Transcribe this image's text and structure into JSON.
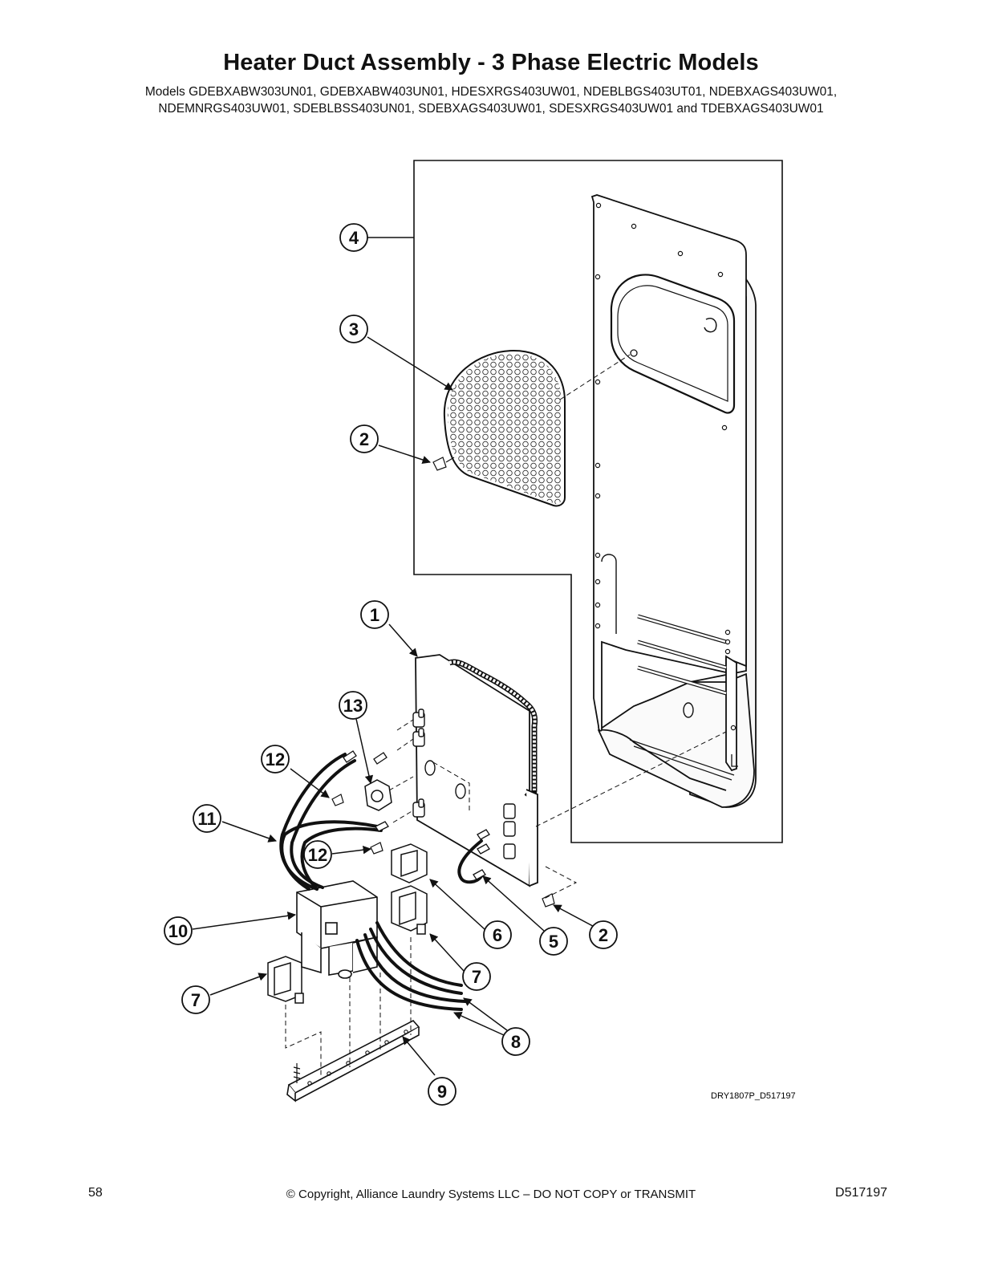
{
  "header": {
    "title": "Heater Duct Assembly - 3 Phase Electric Models",
    "models_line1": "Models GDEBXABW303UN01, GDEBXABW403UN01, HDESXRGS403UW01, NDEBLBGS403UT01, NDEBXAGS403UW01,",
    "models_line2": "NDEMNRGS403UW01, SDEBLBSS403UN01, SDEBXAGS403UW01, SDESXRGS403UW01 and TDEBXAGS403UW01"
  },
  "diagram": {
    "figure_code": "DRY1807P_D517197",
    "callouts": [
      "4",
      "3",
      "2",
      "1",
      "13",
      "12",
      "11",
      "12",
      "10",
      "6",
      "5",
      "2",
      "7",
      "7",
      "8",
      "9"
    ]
  },
  "footer": {
    "page_number": "58",
    "copyright": "© Copyright, Alliance Laundry Systems LLC – DO NOT COPY or TRANSMIT",
    "doc_id": "D517197"
  }
}
